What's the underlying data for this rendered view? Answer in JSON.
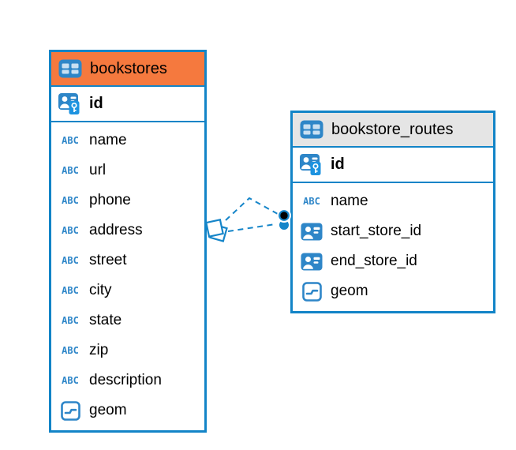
{
  "colors": {
    "table_border_blue": "#1284c7",
    "icon_blue": "#2e86c8",
    "key_badge_blue": "#1d93e0",
    "bookstores_header_orange": "#f5793e",
    "bookstore_routes_header_gray": "#e5e5e5",
    "relationship_line_blue": "#1585c9",
    "text": "#000000"
  },
  "icons": {
    "text_type_label": "ABC",
    "table_icon": "table-grid-icon",
    "primary_key_icon": "user-card-key-icon",
    "reference_icon": "user-card-icon",
    "geometry_icon": "geometry-line-icon",
    "relationship_source_marker": "diamond",
    "relationship_target_marker": "stacked-filled-circles"
  },
  "tables": {
    "bookstores": {
      "title": "bookstores",
      "pk": "id",
      "columns": [
        "name",
        "url",
        "phone",
        "address",
        "street",
        "city",
        "state",
        "zip",
        "description",
        "geom"
      ],
      "column_types": [
        "text",
        "text",
        "text",
        "text",
        "text",
        "text",
        "text",
        "text",
        "text",
        "geometry"
      ]
    },
    "bookstore_routes": {
      "title": "bookstore_routes",
      "pk": "id",
      "columns": [
        "name",
        "start_store_id",
        "end_store_id",
        "geom"
      ],
      "column_types": [
        "text",
        "reference",
        "reference",
        "geometry"
      ]
    }
  },
  "relationship": {
    "from_table": "bookstores",
    "to_table": "bookstore_routes",
    "line_style": "dashed",
    "line_count": 2
  }
}
